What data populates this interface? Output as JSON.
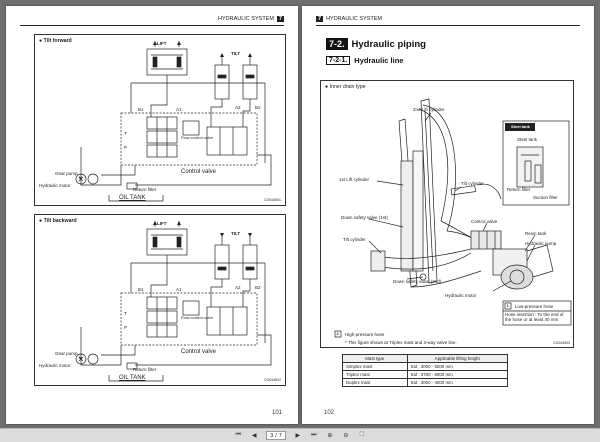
{
  "left_page": {
    "header_text": "HYDRAULIC SYSTEM",
    "header_num": "7",
    "page_number": "101",
    "panels": [
      {
        "title": "Tilt forward",
        "labels": {
          "lift": "LIFT",
          "tilt": "TILT",
          "a1": "A1",
          "b1": "B1",
          "a2": "A2",
          "b2": "B2",
          "flow_control": "Flow control valve",
          "t": "T",
          "p": "P",
          "control_valve": "Control valve",
          "gear_pump": "Gear pump",
          "hydraulic_motor": "Hydraulic motor",
          "m": "M",
          "return_filter": "Return filter",
          "oil_tank": "OIL TANK",
          "code": "CO044501"
        }
      },
      {
        "title": "Tilt backward",
        "labels": {
          "lift": "LIFT",
          "tilt": "TILT",
          "a1": "A1",
          "b1": "B1",
          "a2": "A2",
          "b2": "B2",
          "flow_control": "Flow control valve",
          "t": "T",
          "p": "P",
          "control_valve": "Control valve",
          "gear_pump": "Gear pump",
          "hydraulic_motor": "Hydraulic motor",
          "m": "M",
          "return_filter": "Return filter",
          "oil_tank": "OIL TANK",
          "code": "CO044502"
        }
      }
    ]
  },
  "right_page": {
    "header_text": "HYDRAULIC SYSTEM",
    "header_num": "7",
    "page_number": "102",
    "section": {
      "num": "7-2.",
      "title": "Hydraulic piping"
    },
    "subsection": {
      "num": "7-2-1.",
      "title": "Hydraulic line"
    },
    "figure": {
      "title": "Inner drain type",
      "labels": {
        "second_lift_cylinder": "2nd Lift cylinder",
        "first_lift_cylinder": "1st Lift cylinder",
        "tilt_cylinder": "Tilt cylinder",
        "tilt_cylinder_2": "Tilt cylinder",
        "down_safety_1st": "Down safety valve (1st)",
        "down_safety_2nd": "Down safety valve (2nd)",
        "control_valve": "Control valve",
        "resin_tank": "Resin tank",
        "hydraulic_pump": "Hydraulic pump",
        "hydraulic_motor": "Hydraulic motor",
        "steel_tank": "Steel tank",
        "steel_tank_2": "Steel tank",
        "return_filter": "Return filter",
        "suction_filter": "Suction filter",
        "callout_1": "1",
        "callout_2": "2",
        "low_pressure": "Low-pressure hose",
        "hose_insertion": "Hose insertion : To the end of the hose or at least 40 mm",
        "high_pressure": "High-pressure hose",
        "note": "* This figure shows at Triplex mast and 3-way valve line.",
        "code": "CO044503"
      }
    },
    "table": {
      "headers": [
        "Mast type",
        "Applicable lifting height"
      ],
      "rows": [
        [
          "Simplex mast",
          "Std : 3000 - 5000 mm"
        ],
        [
          "Triplex mast",
          "Std : 3700 - 6000 mm"
        ],
        [
          "Duplex mast",
          "Std : 3000 - 4000 mm"
        ]
      ]
    }
  },
  "toolbar": {
    "current_page": "3",
    "page_sep": "/",
    "total_pages": "7"
  }
}
